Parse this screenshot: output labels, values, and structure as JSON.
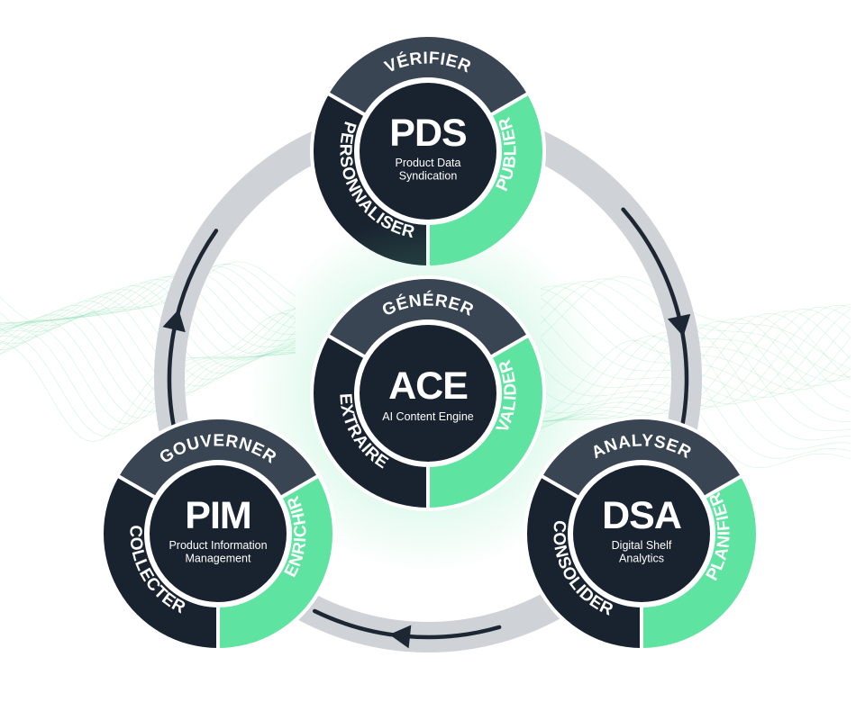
{
  "colors": {
    "dark": "#19222f",
    "slate": "#394553",
    "green": "#5fe3a1",
    "ring": "#cfd2d7",
    "track": "#1d2734",
    "wave": "#8fe0b5"
  },
  "modules": [
    {
      "id": "pds",
      "code": "PDS",
      "subtitle": [
        "Product Data",
        "Syndication"
      ],
      "top": "VÉRIFIER",
      "left": "PERSONNALISER",
      "right": "PUBLIER"
    },
    {
      "id": "ace",
      "code": "ACE",
      "subtitle": [
        "AI Content Engine"
      ],
      "top": "GÉNÉRER",
      "left": "EXTRAIRE",
      "right": "VALIDER"
    },
    {
      "id": "pim",
      "code": "PIM",
      "subtitle": [
        "Product Information",
        "Management"
      ],
      "top": "GOUVERNER",
      "left": "COLLECTER",
      "right": "ENRICHIR"
    },
    {
      "id": "dsa",
      "code": "DSA",
      "subtitle": [
        "Digital Shelf",
        "Analytics"
      ],
      "top": "ANALYSER",
      "left": "CONSOLIDER",
      "right": "PLANIFIER"
    }
  ],
  "cycle": {
    "direction": "clockwise",
    "arrows": 3
  },
  "icons": {
    "arrow": "triangle-arrow-icon"
  }
}
